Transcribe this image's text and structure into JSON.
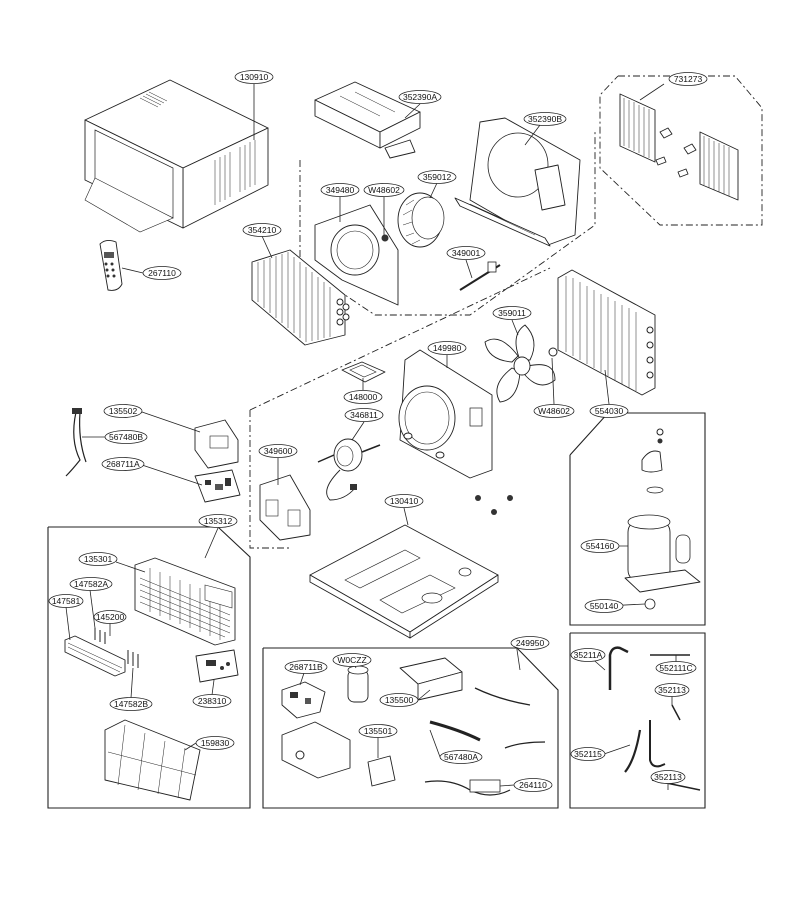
{
  "labels": {
    "l130910": "130910",
    "l352390a": "352390A",
    "l352390b": "352390B",
    "l731273": "731273",
    "l349480": "349480",
    "lw48602a": "W48602",
    "l359012": "359012",
    "l354210": "354210",
    "l349001": "349001",
    "l267110": "267110",
    "l359011": "359011",
    "l149980": "149980",
    "l148000": "148000",
    "l346811": "346811",
    "lw48602b": "W48602",
    "l554030": "554030",
    "l135502": "135502",
    "l567480b": "567480B",
    "l268711a": "268711A",
    "l349600": "349600",
    "l130410": "130410",
    "l554160": "554160",
    "l550140": "550140",
    "l135312": "135312",
    "l135301": "135301",
    "l147582a": "147582A",
    "l147581": "147581",
    "l145200": "145200",
    "l147582b": "147582B",
    "l238310": "238310",
    "l159830": "159830",
    "l249950": "249950",
    "l268711b": "268711B",
    "lw0czz": "W0CZZ",
    "l135500": "135500",
    "l135501": "135501",
    "l567480a": "567480A",
    "l264110": "264110",
    "l35211a": "35211A",
    "l552111c": "552111C",
    "l352113a": "352113",
    "l352115": "352115",
    "l352113b": "352113"
  }
}
